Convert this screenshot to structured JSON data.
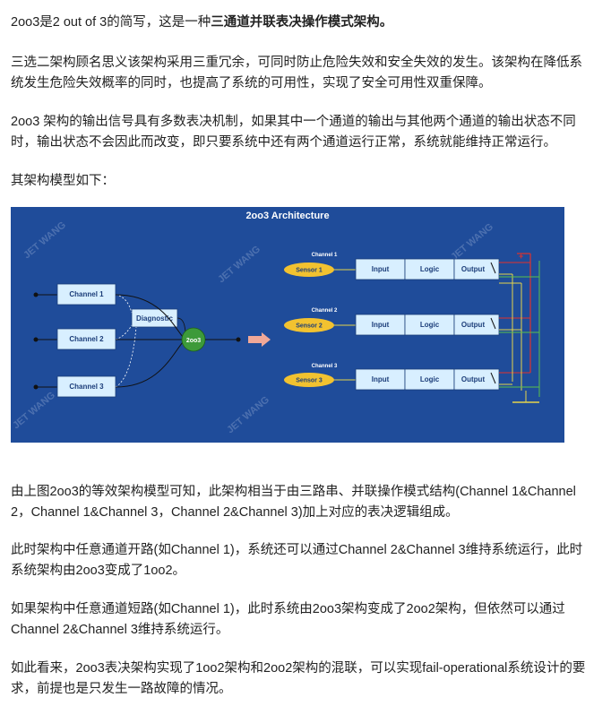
{
  "paragraphs": {
    "p1_prefix": "2oo3是2 out of 3的简写，这是一种",
    "p1_bold": "三通道并联表决操作模式架构。",
    "p2": "三选二架构顾名思义该架构采用三重冗余，可同时防止危险失效和安全失效的发生。该架构在降低系统发生危险失效概率的同时，也提高了系统的可用性，实现了安全可用性双重保障。",
    "p3": "2oo3 架构的输出信号具有多数表决机制，如果其中一个通道的输出与其他两个通道的输出状态不同时，输出状态不会因此而改变，即只要系统中还有两个通道运行正常，系统就能维持正常运行。",
    "p4": "其架构模型如下：",
    "p5": "由上图2oo3的等效架构模型可知，此架构相当于由三路串、并联操作模式结构(Channel 1&Channel 2，Channel 1&Channel 3，Channel 2&Channel 3)加上对应的表决逻辑组成。",
    "p6": "此时架构中任意通道开路(如Channel 1)，系统还可以通过Channel 2&Channel 3维持系统运行，此时系统架构由2oo3变成了1oo2。",
    "p7": "如果架构中任意通道短路(如Channel 1)，此时系统由2oo3架构变成了2oo2架构，但依然可以通过Channel 2&Channel 3维持系统运行。",
    "p8": "如此看来，2oo3表决架构实现了1oo2架构和2oo2架构的混联，可以实现fail-operational系统设计的要求，前提也是只发生一路故障的情况。"
  },
  "diagram": {
    "title": "2oo3 Architecture",
    "watermark": "JET WANG",
    "left_channels": [
      "Channel 1",
      "Channel 2",
      "Channel 3"
    ],
    "diagnostic": "Diagnostic",
    "voter": "2oo3",
    "right_channels": [
      {
        "label": "Channel 1",
        "sensor": "Sensor 1",
        "blocks": [
          "Input",
          "Logic",
          "Output"
        ]
      },
      {
        "label": "Channel 2",
        "sensor": "Sensor 2",
        "blocks": [
          "Input",
          "Logic",
          "Output"
        ]
      },
      {
        "label": "Channel 3",
        "sensor": "Sensor 3",
        "blocks": [
          "Input",
          "Logic",
          "Output"
        ]
      }
    ],
    "plus": "+",
    "colors": {
      "background": "#1f4c9a",
      "box": "#d8efff",
      "sensor": "#f2c230",
      "voter": "#3d9a3a",
      "wire_red": "#e0322c",
      "wire_yellow": "#e6d44a",
      "wire_green": "#58c04a",
      "arrow": "#f0a898"
    }
  }
}
